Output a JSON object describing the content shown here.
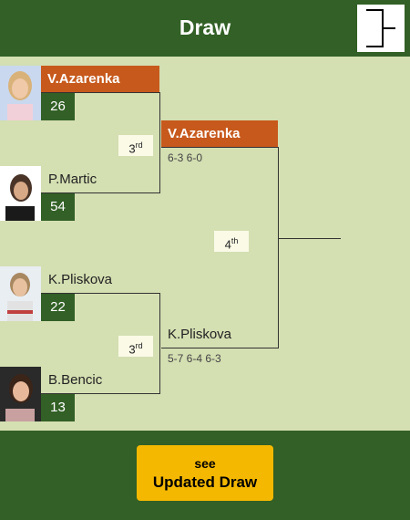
{
  "header": {
    "title": "Draw",
    "icon": "bracket-icon"
  },
  "players": [
    {
      "name": "V.Azarenka",
      "seed": "26",
      "winner": true
    },
    {
      "name": "P.Martic",
      "seed": "54",
      "winner": false
    },
    {
      "name": "K.Pliskova",
      "seed": "22",
      "winner": false
    },
    {
      "name": "B.Bencic",
      "seed": "13",
      "winner": false
    }
  ],
  "round_tags": [
    {
      "num": "3",
      "suffix": "rd"
    },
    {
      "num": "3",
      "suffix": "rd"
    },
    {
      "num": "4",
      "suffix": "th"
    }
  ],
  "results": [
    {
      "name": "V.Azarenka",
      "score": "6-3 6-0",
      "winner": true
    },
    {
      "name": "K.Pliskova",
      "score": "5-7 6-4 6-3",
      "winner": false
    }
  ],
  "cta": {
    "line1": "see",
    "line2": "Updated Draw"
  },
  "colors": {
    "header": "#326026",
    "bg": "#d4dfb2",
    "winner": "#c7591c",
    "cta": "#f5b800"
  }
}
